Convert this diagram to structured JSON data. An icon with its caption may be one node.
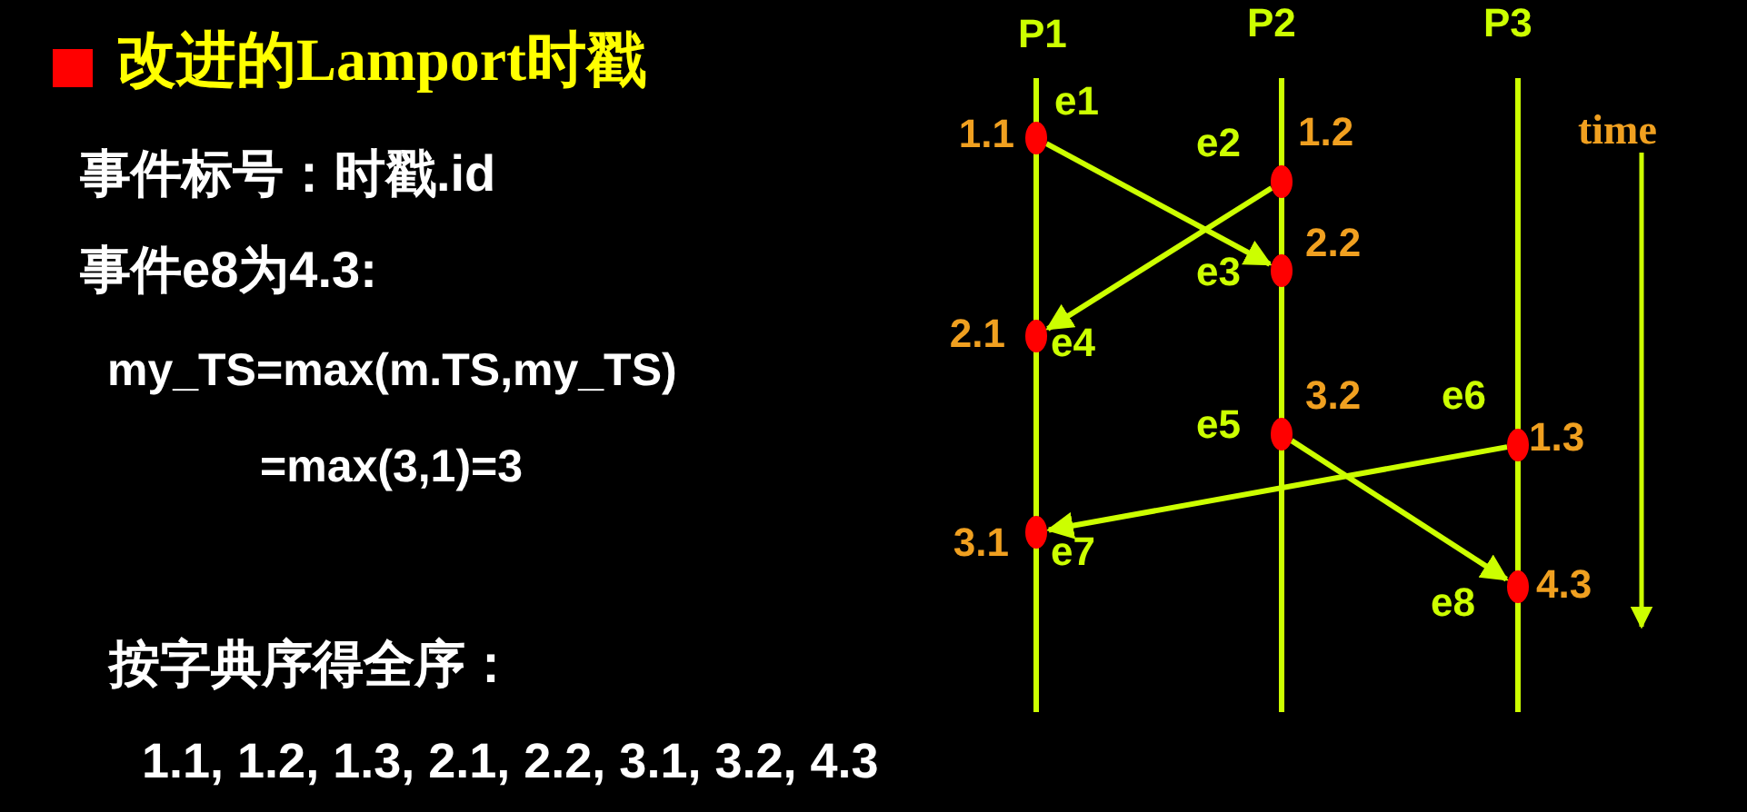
{
  "diagram": {
    "title": "改进的Lamport时戳",
    "nodes": [
      {
        "text": [],
        "shape": "circle",
        "beside": [
          "e1",
          "1.1"
        ]
      },
      {
        "text": [],
        "shape": "circle",
        "beside": [
          "e2",
          "1.2"
        ]
      },
      {
        "text": [],
        "shape": "circle",
        "beside": [
          "e3",
          "2.2"
        ]
      },
      {
        "text": [],
        "shape": "circle",
        "beside": [
          "e4",
          "2.1"
        ]
      },
      {
        "text": [],
        "shape": "circle",
        "beside": [
          "e5",
          "3.2"
        ]
      },
      {
        "text": [],
        "shape": "circle",
        "beside": [
          "e6",
          "1.3"
        ]
      },
      {
        "text": [],
        "shape": "circle",
        "beside": [
          "e7",
          "3.1"
        ]
      },
      {
        "text": [],
        "shape": "circle",
        "beside": [
          "e8",
          "4.3"
        ]
      }
    ],
    "edges": [
      {
        "from": 0,
        "to": 2,
        "arrow": "to"
      },
      {
        "from": 1,
        "to": 3,
        "arrow": "to"
      },
      {
        "from": 5,
        "to": 6,
        "arrow": "to"
      },
      {
        "from": 4,
        "to": 7,
        "arrow": "to"
      }
    ],
    "labels": [
      "P1",
      "P2",
      "P3",
      "time",
      "事件标号：时戳.id",
      "事件e8为4.3:",
      "my_TS=max(m.TS,my_TS)",
      "=max(3,1)=3",
      "按字典序得全序：",
      "1.1, 1.2, 1.3, 2.1, 2.2, 3.1, 3.2, 4.3"
    ]
  }
}
